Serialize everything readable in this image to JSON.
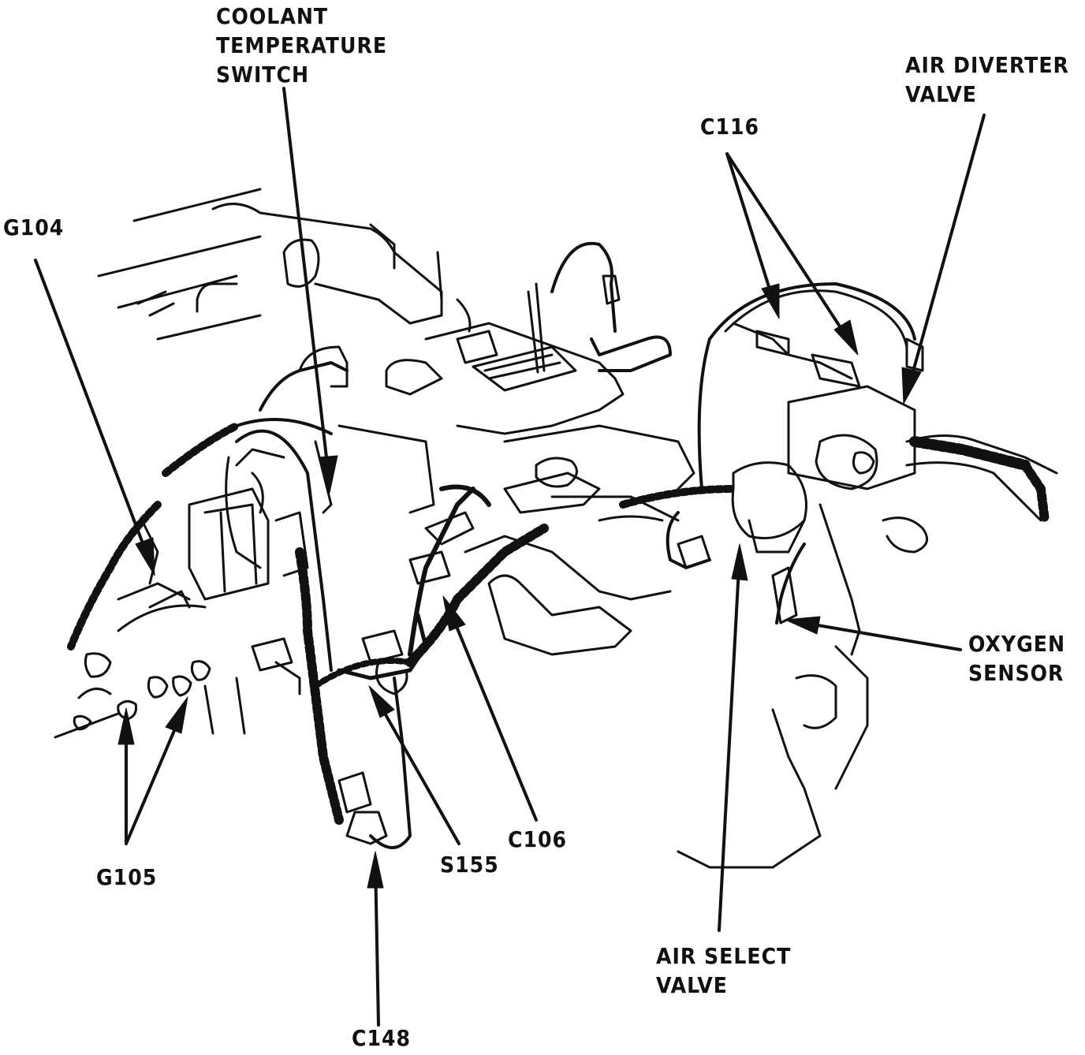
{
  "diagram": {
    "labels": {
      "coolant_temp_switch": [
        "COOLANT",
        "TEMPERATURE",
        "SWITCH"
      ],
      "air_diverter_valve": [
        "AIR DIVERTER",
        "VALVE"
      ],
      "c116": "C116",
      "g104": "G104",
      "oxygen_sensor": [
        "OXYGEN",
        "SENSOR"
      ],
      "g105": "G105",
      "c148": "C148",
      "s155": "S155",
      "c106": "C106",
      "air_select_valve": [
        "AIR SELECT",
        "VALVE"
      ]
    },
    "colors": {
      "ink": "#111111",
      "paper": "#ffffff"
    }
  }
}
